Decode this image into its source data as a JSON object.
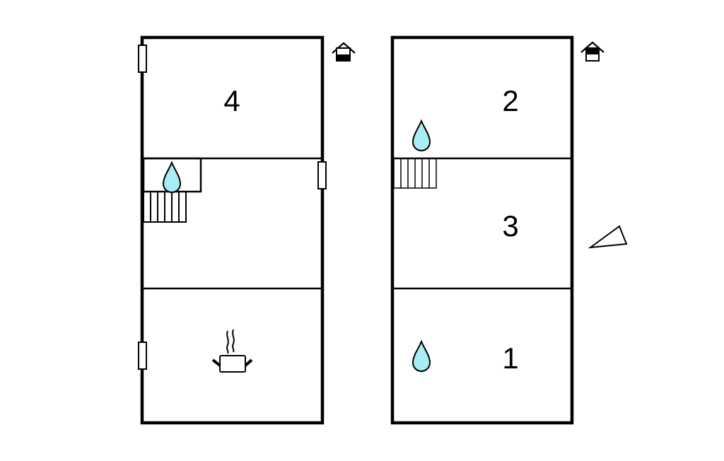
{
  "title": "Floor plan",
  "colors": {
    "wall": "#000000",
    "water": "#a8ecf4",
    "background": "#ffffff"
  },
  "floors": [
    {
      "name": "ground-floor",
      "floor_icon": "house-ground-floor-icon",
      "rooms": [
        {
          "label": "4"
        }
      ],
      "icons": [
        "water-drop-icon",
        "stairs-icon",
        "cooking-pot-icon",
        "window-icon"
      ]
    },
    {
      "name": "upper-floor",
      "floor_icon": "house-upper-floor-icon",
      "rooms": [
        {
          "label": "2"
        },
        {
          "label": "3"
        },
        {
          "label": "1"
        }
      ],
      "icons": [
        "water-drop-icon",
        "stairs-icon"
      ]
    }
  ],
  "compass": "north-arrow-icon"
}
